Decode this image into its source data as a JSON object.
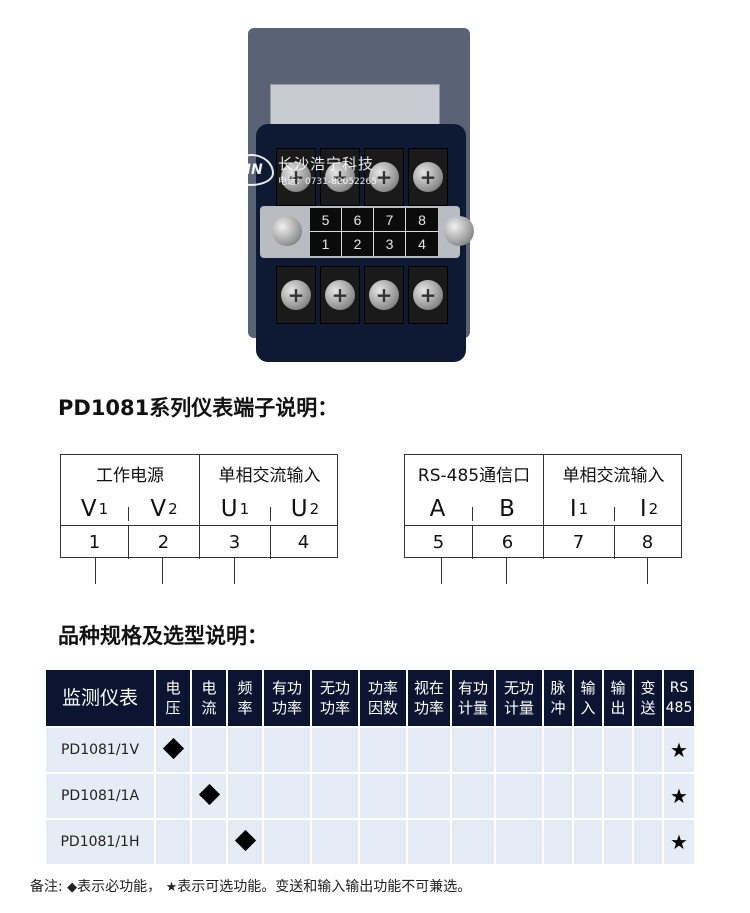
{
  "photo": {
    "watermark_name": "长沙浩宁科技",
    "watermark_phone": "电话：0731-82052265",
    "watermark_logo": "HN",
    "strip_top": [
      "5",
      "6",
      "7",
      "8"
    ],
    "strip_bottom": [
      "1",
      "2",
      "3",
      "4"
    ]
  },
  "terminal_section": {
    "title": "PD1081系列仪表端子说明：",
    "left": {
      "groups": [
        "工作电源",
        "单相交流输入"
      ],
      "symbols": [
        {
          "letter": "V",
          "sub": "1"
        },
        {
          "letter": "V",
          "sub": "2"
        },
        {
          "letter": "U",
          "sub": "1"
        },
        {
          "letter": "U",
          "sub": "2"
        }
      ],
      "numbers": [
        "1",
        "2",
        "3",
        "4"
      ]
    },
    "right": {
      "groups": [
        "RS-485通信口",
        "单相交流输入"
      ],
      "symbols": [
        {
          "letter": "A",
          "sub": ""
        },
        {
          "letter": "B",
          "sub": ""
        },
        {
          "letter": "I",
          "sub": "1"
        },
        {
          "letter": "I",
          "sub": "2"
        }
      ],
      "numbers": [
        "5",
        "6",
        "7",
        "8"
      ]
    }
  },
  "spec_section": {
    "title": "品种规格及选型说明：",
    "headers": [
      "监测仪表",
      "电压",
      "电流",
      "频率",
      "有功功率",
      "无功功率",
      "功率因数",
      "视在功率",
      "有功计量",
      "无功计量",
      "脉冲",
      "输入",
      "输出",
      "变送",
      "RS 485"
    ],
    "header_lines": [
      [
        "监测仪表"
      ],
      [
        "电",
        "压"
      ],
      [
        "电",
        "流"
      ],
      [
        "频",
        "率"
      ],
      [
        "有功",
        "功率"
      ],
      [
        "无功",
        "功率"
      ],
      [
        "功率",
        "因数"
      ],
      [
        "视在",
        "功率"
      ],
      [
        "有功",
        "计量"
      ],
      [
        "无功",
        "计量"
      ],
      [
        "脉",
        "冲"
      ],
      [
        "输",
        "入"
      ],
      [
        "输",
        "出"
      ],
      [
        "变",
        "送"
      ],
      [
        "RS",
        "485"
      ]
    ],
    "rows": [
      {
        "model": "PD1081/1V",
        "marks": [
          "diamond",
          "",
          "",
          "",
          "",
          "",
          "",
          "",
          "",
          "",
          "",
          "",
          "",
          "star"
        ]
      },
      {
        "model": "PD1081/1A",
        "marks": [
          "",
          "diamond",
          "",
          "",
          "",
          "",
          "",
          "",
          "",
          "",
          "",
          "",
          "",
          "star"
        ]
      },
      {
        "model": "PD1081/1H",
        "marks": [
          "",
          "",
          "diamond",
          "",
          "",
          "",
          "",
          "",
          "",
          "",
          "",
          "",
          "",
          "star"
        ]
      }
    ]
  },
  "footnote": {
    "prefix": "备注:",
    "diamond_text": "表示必功能，",
    "star_text": "表示可选功能。变送和输入输出功能不可兼选。"
  },
  "colors": {
    "header_bg": "#0b1430",
    "cell_bg": "#e5ecf6",
    "device_body": "#0e1a33"
  }
}
